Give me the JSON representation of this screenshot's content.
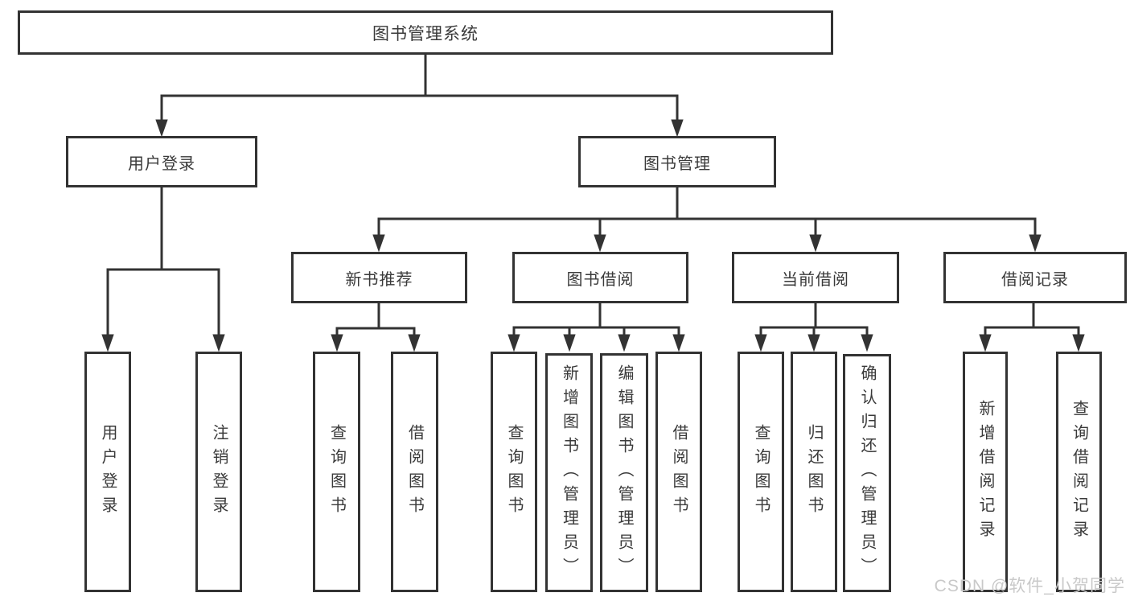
{
  "diagram_title": "图书管理系统",
  "nodes": {
    "root": {
      "label": "图书管理系统"
    },
    "user_login": {
      "label": "用户登录"
    },
    "book_management": {
      "label": "图书管理"
    },
    "new_book_recommend": {
      "label": "新书推荐"
    },
    "book_borrow": {
      "label": "图书借阅"
    },
    "current_borrow": {
      "label": "当前借阅"
    },
    "borrow_record": {
      "label": "借阅记录"
    },
    "leaf_user_login": {
      "label": "用户登录"
    },
    "leaf_logout": {
      "label": "注销登录"
    },
    "recommend_query_book": {
      "label": "查询图书"
    },
    "recommend_borrow_book": {
      "label": "借阅图书"
    },
    "borrow_query_book": {
      "label": "查询图书"
    },
    "borrow_add_book": {
      "label": "新增图书（管理员）"
    },
    "borrow_edit_book": {
      "label": "编辑图书（管理员）"
    },
    "borrow_borrow_book": {
      "label": "借阅图书"
    },
    "current_query_book": {
      "label": "查询图书"
    },
    "current_return_book": {
      "label": "归还图书"
    },
    "current_confirm_return": {
      "label": "确认归还（管理员）"
    },
    "record_add": {
      "label": "新增借阅记录"
    },
    "record_query": {
      "label": "查询借阅记录"
    }
  },
  "hierarchy": {
    "图书管理系统": {
      "用户登录": [
        "用户登录",
        "注销登录"
      ],
      "图书管理": {
        "新书推荐": [
          "查询图书",
          "借阅图书"
        ],
        "图书借阅": [
          "查询图书",
          "新增图书（管理员）",
          "编辑图书（管理员）",
          "借阅图书"
        ],
        "当前借阅": [
          "查询图书",
          "归还图书",
          "确认归还（管理员）"
        ],
        "借阅记录": [
          "新增借阅记录",
          "查询借阅记录"
        ]
      }
    }
  },
  "watermark": {
    "text": "CSDN @软件_小贺同学"
  },
  "colors": {
    "line": "#333333",
    "text": "#3a3a3a",
    "watermark": "#c9c9c9",
    "background": "#ffffff"
  }
}
